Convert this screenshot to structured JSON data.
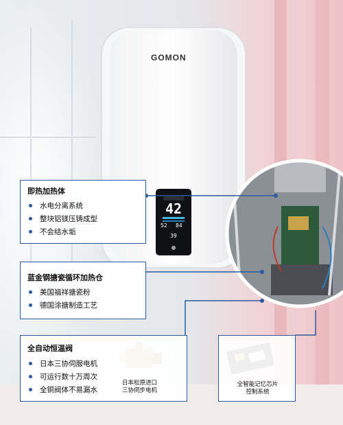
{
  "brand": {
    "logo": "GOMON"
  },
  "display": {
    "temperature": "42",
    "reading_a": "52",
    "reading_b": "84",
    "reading_c": "39"
  },
  "callouts": {
    "heating": {
      "title": "即热加热体",
      "items": [
        "水电分离系统",
        "整块铝镁压铸成型",
        "不会结水垢"
      ]
    },
    "tank": {
      "title": "蓝金钢搪瓷循环加热仓",
      "items": [
        "美国福祥搪瓷粉",
        "德国涂搪制造工艺"
      ]
    },
    "valve": {
      "title": "全自动恒温阀",
      "items": [
        "日本三协伺服电机",
        "可运行数十万周次",
        "全铜阀体不易漏水"
      ],
      "caption_line1": "日本松原进口",
      "caption_line2": "三协伺步电机"
    },
    "chip": {
      "caption_line1": "全智能记忆芯片",
      "caption_line2": "控制系统"
    }
  },
  "colors": {
    "accent": "#2a5aa0",
    "wall": "#dde6ec",
    "pink": "#f2c8cc"
  }
}
